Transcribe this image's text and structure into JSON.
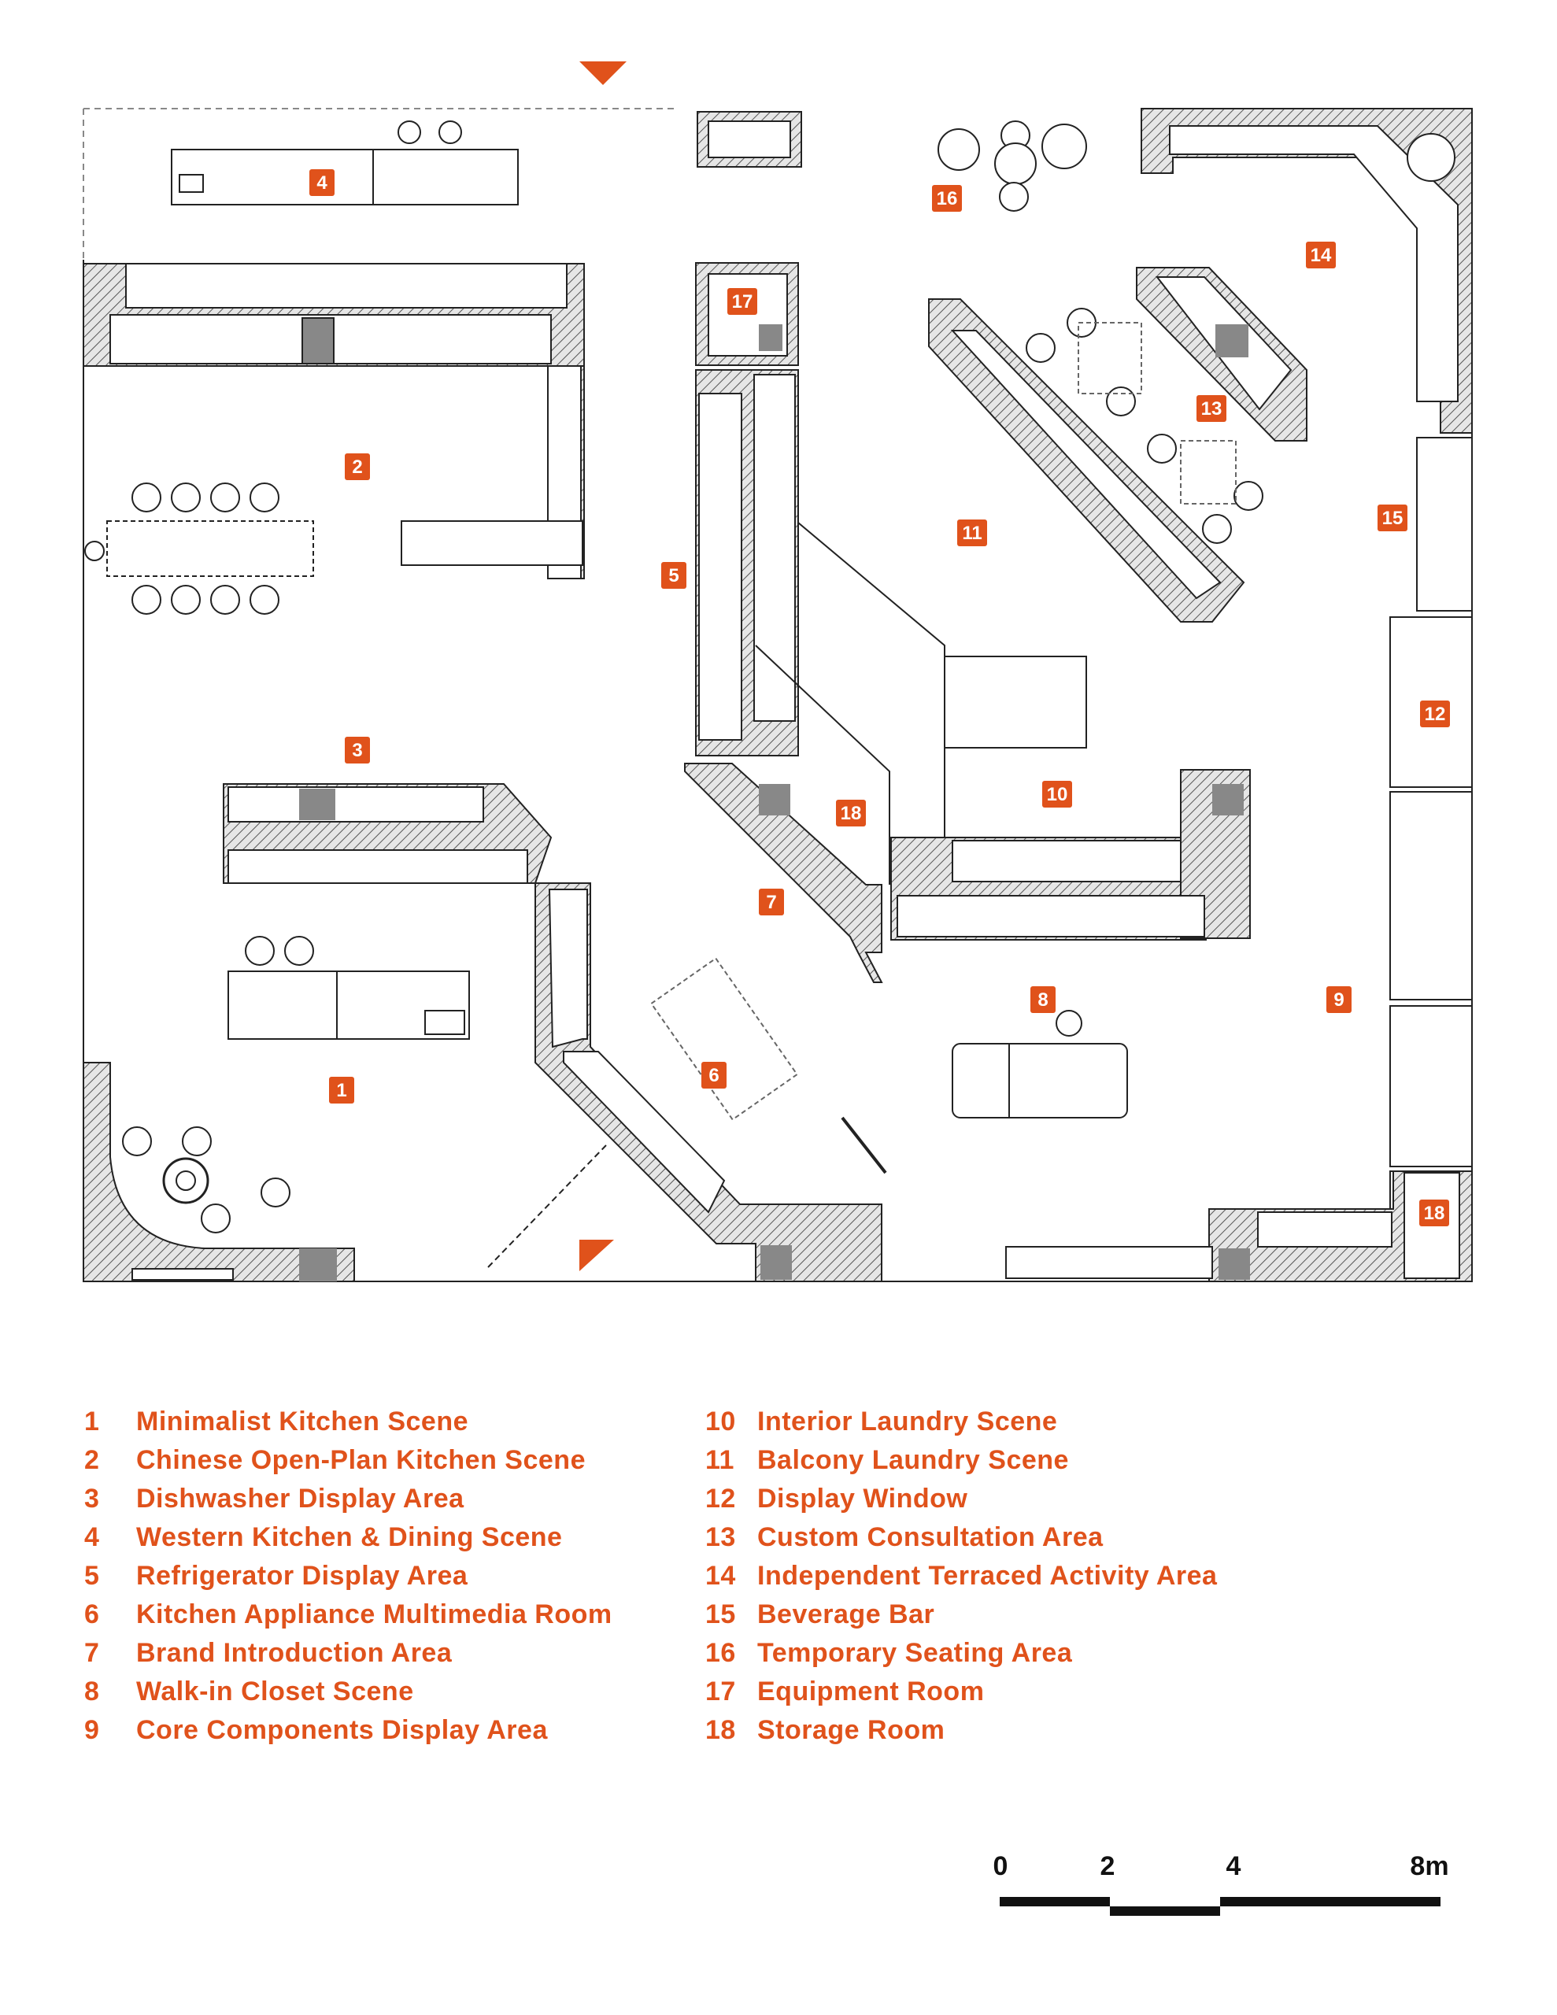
{
  "areas": [
    {
      "num": "1",
      "name": "Minimalist Kitchen Scene"
    },
    {
      "num": "2",
      "name": "Chinese Open-Plan Kitchen Scene"
    },
    {
      "num": "3",
      "name": "Dishwasher Display Area"
    },
    {
      "num": "4",
      "name": "Western Kitchen & Dining Scene"
    },
    {
      "num": "5",
      "name": "Refrigerator Display Area"
    },
    {
      "num": "6",
      "name": "Kitchen Appliance Multimedia Room"
    },
    {
      "num": "7",
      "name": "Brand Introduction Area"
    },
    {
      "num": "8",
      "name": "Walk-in Closet Scene"
    },
    {
      "num": "9",
      "name": "Core Components Display Area"
    },
    {
      "num": "10",
      "name": "Interior Laundry Scene"
    },
    {
      "num": "11",
      "name": "Balcony Laundry Scene"
    },
    {
      "num": "12",
      "name": "Display Window"
    },
    {
      "num": "13",
      "name": "Custom Consultation Area"
    },
    {
      "num": "14",
      "name": "Independent Terraced Activity Area"
    },
    {
      "num": "15",
      "name": "Beverage Bar"
    },
    {
      "num": "16",
      "name": "Temporary Seating Area"
    },
    {
      "num": "17",
      "name": "Equipment Room"
    },
    {
      "num": "18",
      "name": "Storage Room"
    }
  ],
  "plan_labels": [
    "1",
    "2",
    "3",
    "4",
    "5",
    "6",
    "7",
    "8",
    "9",
    "10",
    "11",
    "12",
    "13",
    "14",
    "15",
    "16",
    "17",
    "18",
    "18"
  ],
  "scale": {
    "ticks": [
      "0",
      "2",
      "4",
      "8m"
    ]
  },
  "colors": {
    "accent": "#e0521b",
    "wall": "#555555",
    "line": "#222222"
  }
}
